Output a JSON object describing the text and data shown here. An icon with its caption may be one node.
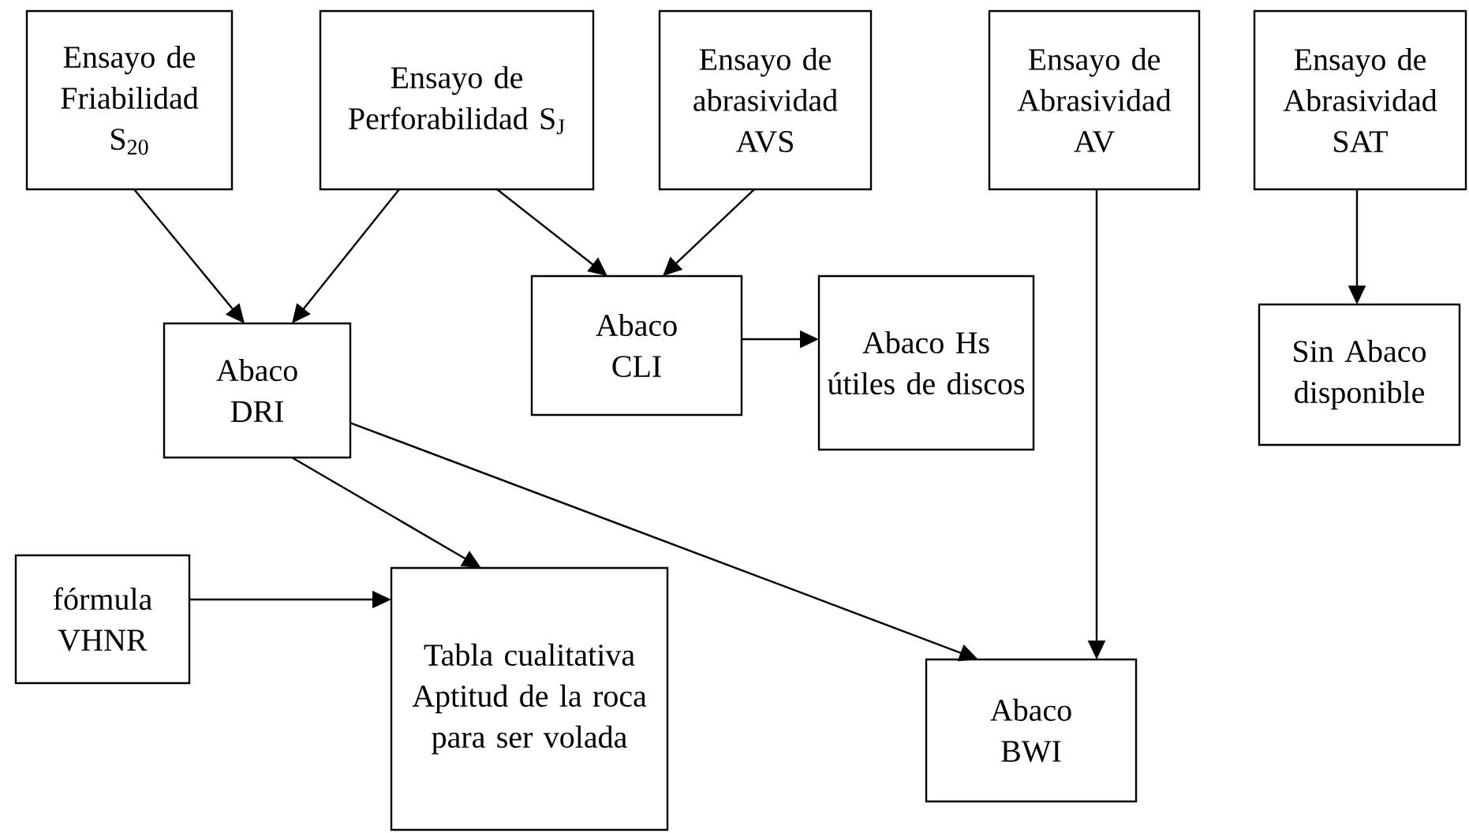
{
  "diagram": {
    "nodes": [
      {
        "text": [
          "Ensayo de Friabilidad S$_{20}$"
        ]
      },
      {
        "text": [
          "Ensayo de Perforabilidad S$_{J}$"
        ]
      },
      {
        "text": [
          "Ensayo de abrasividad AVS"
        ]
      },
      {
        "text": [
          "Ensayo de Abrasividad AV"
        ]
      },
      {
        "text": [
          "Ensayo de Abrasividad SAT"
        ]
      },
      {
        "text": [
          "Abaco DRI"
        ]
      },
      {
        "text": [
          "Abaco CLI"
        ]
      },
      {
        "text": [
          "Abaco Hs útiles de discos"
        ]
      },
      {
        "text": [
          "Sin Abaco disponible"
        ]
      },
      {
        "text": [
          "fórmula VHNR"
        ]
      },
      {
        "text": [
          "Tabla cualitativa Aptitud de la roca para ser volada"
        ]
      },
      {
        "text": [
          "Abaco BWI"
        ]
      }
    ],
    "edges": [
      {
        "from": 0,
        "to": 5,
        "arrow": "to"
      },
      {
        "from": 1,
        "to": 5,
        "arrow": "to"
      },
      {
        "from": 1,
        "to": 6,
        "arrow": "to"
      },
      {
        "from": 2,
        "to": 6,
        "arrow": "to"
      },
      {
        "from": 6,
        "to": 7,
        "arrow": "to"
      },
      {
        "from": 3,
        "to": 11,
        "arrow": "to"
      },
      {
        "from": 4,
        "to": 8,
        "arrow": "to"
      },
      {
        "from": 5,
        "to": 10,
        "arrow": "to"
      },
      {
        "from": 5,
        "to": 11,
        "arrow": "to"
      },
      {
        "from": 9,
        "to": 10,
        "arrow": "to"
      }
    ]
  }
}
